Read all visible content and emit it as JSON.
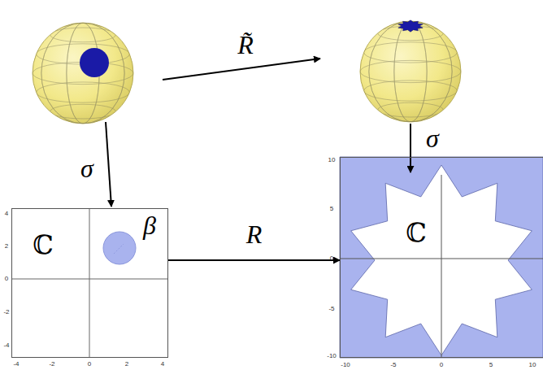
{
  "diagram": {
    "nodes": [
      {
        "text": [
          "ℂ",
          "β"
        ]
      },
      {
        "text": [
          "ℂ"
        ]
      }
    ],
    "edges": [
      {
        "from": 0,
        "to": 1,
        "label": "R",
        "arrow": "to"
      }
    ],
    "labels": [
      "R̃",
      "σ",
      "σ",
      "4",
      "2",
      "0",
      "-2",
      "-4",
      "-4",
      "-2",
      "0",
      "2",
      "4",
      "10",
      "5",
      "0",
      "-5",
      "-10",
      "-10",
      "-5",
      "0",
      "5",
      "10"
    ]
  }
}
